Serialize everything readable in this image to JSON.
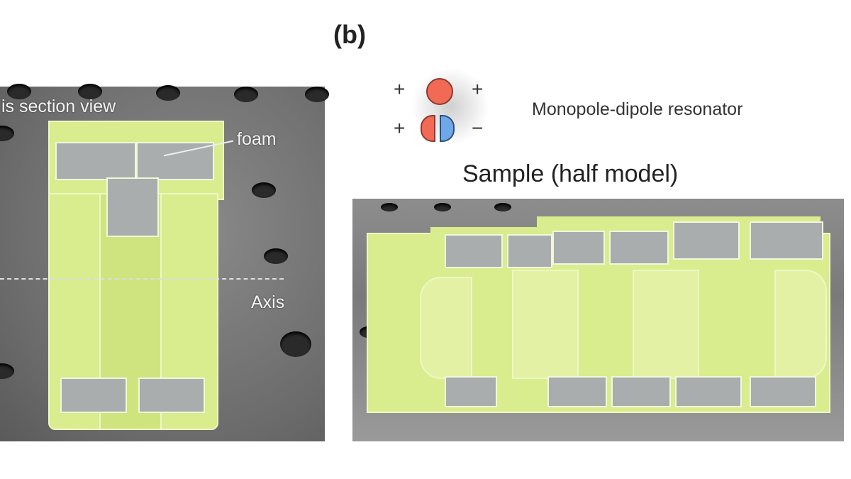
{
  "figure": {
    "panel_label": "(b)",
    "left_photo": {
      "title": "is section view",
      "foam_label": "foam",
      "axis_label": "Axis"
    },
    "legend": {
      "signs": [
        "+",
        "+",
        "+",
        "−"
      ],
      "label": "Monopole-dipole resonator",
      "colors": {
        "positive": "#f26a55",
        "negative": "#6fa8e8"
      }
    },
    "right_photo": {
      "title": "Sample (half model)"
    }
  }
}
